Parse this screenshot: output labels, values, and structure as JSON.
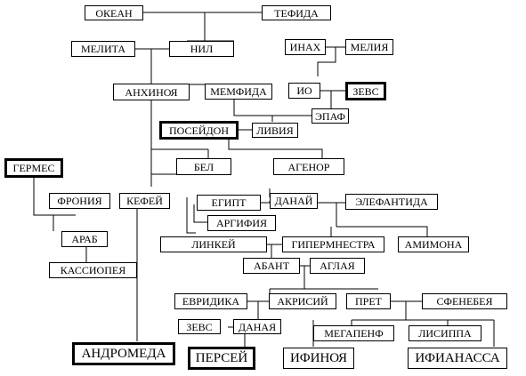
{
  "nodes": {
    "okean": "ОКЕАН",
    "tefida": "ТЕФИДА",
    "melita": "МЕЛИТА",
    "nil": "НИЛ",
    "inakh": "ИНАХ",
    "meliya": "МЕЛИЯ",
    "ankhinoya": "АНХИНОЯ",
    "memfida": "МЕМФИДА",
    "io": "ИО",
    "zevs": "ЗЕВС",
    "epaf": "ЭПАФ",
    "poseidon": "ПОСЕЙДОН",
    "liviya": "ЛИВИЯ",
    "germes": "ГЕРМЕС",
    "bel": "БЕЛ",
    "agenor": "АГЕНОР",
    "froniya": "ФРОНИЯ",
    "kefei": "КЕФЕЙ",
    "egipt": "ЕГИПТ",
    "danai": "ДАНАЙ",
    "elefantida": "ЭЛЕФАНТИДА",
    "argifiya": "АРГИФИЯ",
    "arab": "АРАБ",
    "linkei": "ЛИНКЕЙ",
    "gipermnestra": "ГИПЕРМНЕСТРА",
    "amimona": "АМИМОНА",
    "kassiopeya": "КАССИОПЕЯ",
    "abant": "АБАНТ",
    "aglaya": "АГЛАЯ",
    "evridika": "ЕВРИДИКА",
    "akrisii": "АКРИСИЙ",
    "pret": "ПРЕТ",
    "sfeneveya": "СФЕНЕБЕЯ",
    "zevs2": "ЗЕВС",
    "danaya": "ДАНАЯ",
    "megapenf": "МЕГАПЕНФ",
    "lisippa": "ЛИСИППА",
    "andromeda": "АНДРОМЕДА",
    "persei": "ПЕРСЕЙ",
    "ifinoya": "ИФИНОЯ",
    "ifianassa": "ИФИАНАССА"
  }
}
